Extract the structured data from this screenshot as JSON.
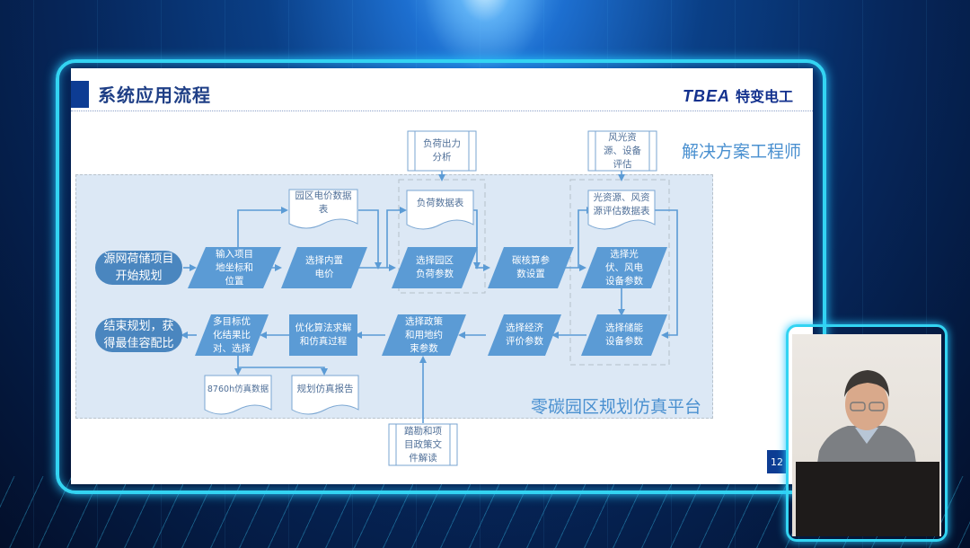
{
  "slide": {
    "title": "系统应用流程",
    "logo_brand": "TBEA",
    "logo_cn": "特变电工",
    "engineer_label": "解决方案工程师",
    "platform_label": "零碳园区规划仿真平台",
    "page_number": "12"
  },
  "colors": {
    "accent": "#0d3c93",
    "node_fill": "#5b9bd5",
    "terminal_fill": "#4a86bf",
    "platform_bg": "#dce8f5",
    "frame_glow": "#33d4f2",
    "label_blue": "#4a90d0"
  },
  "flow": {
    "start": "源网荷储项目\n开始规划",
    "input_location": "输入项目\n地坐标和\n位置",
    "select_price": "选择内置\n电价",
    "price_table": "园区电价数据\n表",
    "select_load": "选择园区\n负荷参数",
    "load_table": "负荷数据表",
    "load_analysis": "负荷出力\n分析",
    "carbon_params": "碳核算参\n数设置",
    "resource_eval": "风光资\n源、设备\n评估",
    "resource_table": "光资源、风资\n源评估数据表",
    "select_pv_wind": "选择光\n伏、风电\n设备参数",
    "select_storage": "选择储能\n设备参数",
    "select_economic": "选择经济\n评价参数",
    "select_policy": "选择政策\n和用地约\n束参数",
    "policy_survey": "踏勘和项\n目政策文\n件解读",
    "optimize_solve": "优化算法求解\n和仿真过程",
    "multi_objective": "多目标优\n化结果比\n对、选择",
    "sim_data": "8760h仿真数据",
    "sim_report": "规划仿真报告",
    "end": "结束规划，获\n得最佳容配比"
  },
  "webcam": {
    "label": "presenter-video"
  }
}
